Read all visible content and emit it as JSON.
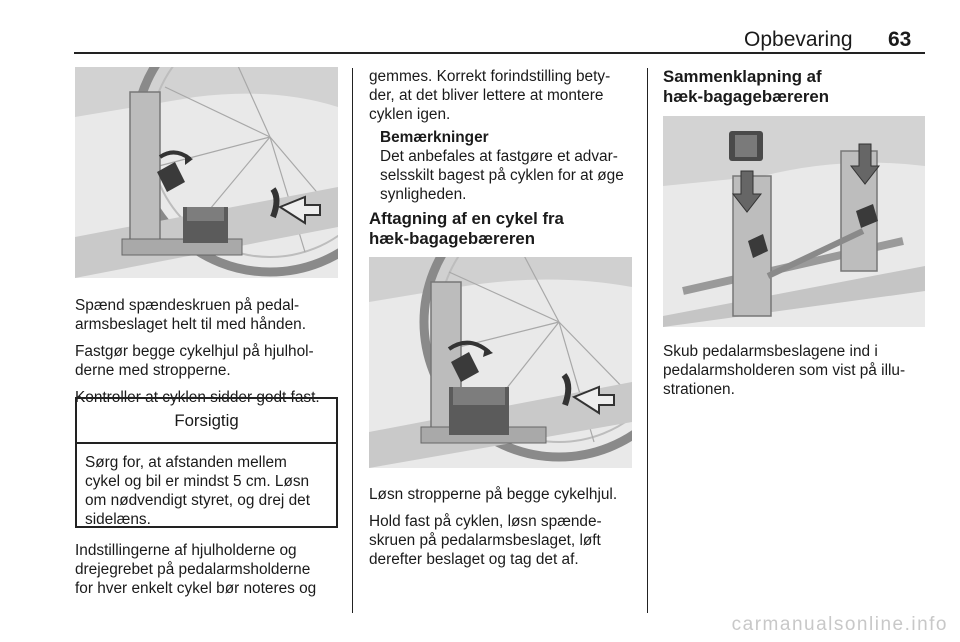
{
  "header": {
    "title": "Opbevaring",
    "page_number": "63"
  },
  "left": {
    "figure": {
      "icon": "bike-carrier-pedal-clamp-illustration"
    },
    "paragraphs": [
      "Spænd spændeskruen på pedal-\narmsbeslaget helt til med hånden.",
      "Fastgør begge cykelhjul på hjulhol-\nderne med stropperne.",
      "Kontroller at cyklen sidder godt fast."
    ],
    "caution": {
      "heading": "Forsigtig",
      "text": "Sørg for, at afstanden mellem\ncykel og bil er mindst 5 cm. Løsn\nom nødvendigt styret, og drej det\nsidelæns."
    },
    "bottom_paragraph": "Indstillingerne af hjulholderne og\ndrejegrebet på pedalarmsholderne\nfor hver enkelt cykel bør noteres og"
  },
  "middle": {
    "top_paragraph": "gemmes. Korrekt forindstilling bety-\nder, at det bliver lettere at montere\ncyklen igen.",
    "note": {
      "label": "Bemærkninger",
      "text": "Det anbefales at fastgøre et advar-\nselsskilt bagest på cyklen for at øge\nsynligheden."
    },
    "heading": "Aftagning af en cykel fra\nhæk-bagagebæreren",
    "figure": {
      "icon": "bike-carrier-release-illustration"
    },
    "paragraphs": [
      "Løsn stropperne på begge cykelhjul.",
      "Hold fast på cyklen, løsn spænde-\nskruen på pedalarmsbeslaget, løft\nderefter beslaget og tag det af."
    ]
  },
  "right": {
    "heading": "Sammenklapning af\nhæk-bagagebæreren",
    "figure": {
      "icon": "carrier-folding-illustration"
    },
    "paragraph": "Skub pedalarmsbeslagene ind i\npedalarmsholderen som vist på illu-\nstrationen."
  },
  "footer": {
    "brand": "carmanualsonline.info"
  }
}
